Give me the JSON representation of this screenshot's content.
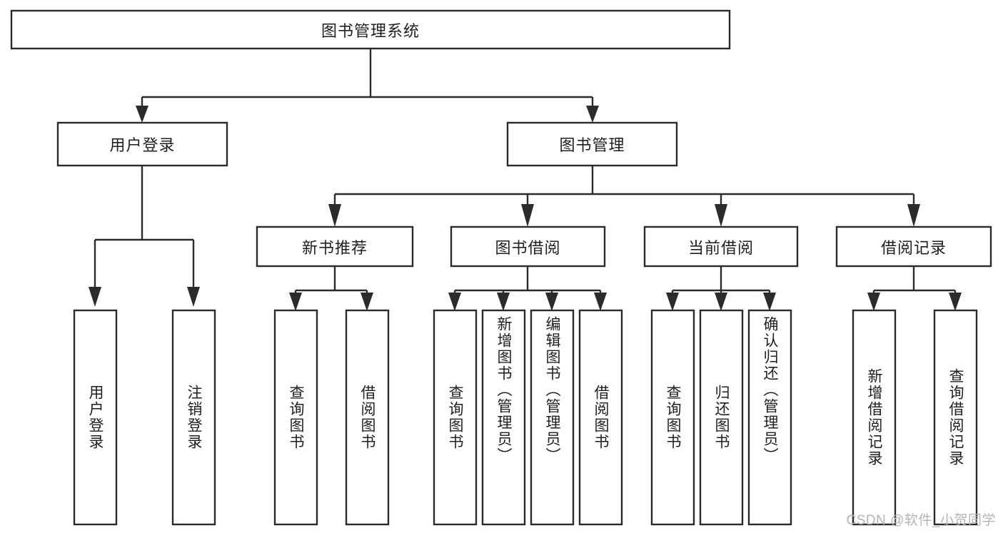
{
  "diagram": {
    "title": "图书管理系统",
    "watermark": "CSDN @软件_小贺同学",
    "colors": {
      "stroke": "#2b2b2b",
      "fill": "#ffffff",
      "text": "#1f1f1f",
      "watermark": "#b4b4b4"
    },
    "nodes": {
      "root": {
        "label": "图书管理系统"
      },
      "level2": [
        {
          "id": "user-login",
          "label": "用户登录"
        },
        {
          "id": "book-management",
          "label": "图书管理"
        }
      ],
      "level3": [
        {
          "id": "new-book-recommend",
          "label": "新书推荐"
        },
        {
          "id": "book-borrow",
          "label": "图书借阅"
        },
        {
          "id": "current-borrow",
          "label": "当前借阅"
        },
        {
          "id": "borrow-record",
          "label": "借阅记录"
        }
      ],
      "leaves": {
        "user-login": [
          {
            "id": "leaf-user-login",
            "label": "用户登录"
          },
          {
            "id": "leaf-user-logout",
            "label": "注销登录"
          }
        ],
        "new-book-recommend": [
          {
            "id": "leaf-query-book-1",
            "label": "查询图书"
          },
          {
            "id": "leaf-borrow-book-1",
            "label": "借阅图书"
          }
        ],
        "book-borrow": [
          {
            "id": "leaf-query-book-2",
            "label": "查询图书"
          },
          {
            "id": "leaf-add-book",
            "label": "新增图书（管理员）"
          },
          {
            "id": "leaf-edit-book",
            "label": "编辑图书（管理员）"
          },
          {
            "id": "leaf-borrow-book-2",
            "label": "借阅图书"
          }
        ],
        "current-borrow": [
          {
            "id": "leaf-query-book-3",
            "label": "查询图书"
          },
          {
            "id": "leaf-return-book",
            "label": "归还图书"
          },
          {
            "id": "leaf-confirm-return",
            "label": "确认归还（管理员）"
          }
        ],
        "borrow-record": [
          {
            "id": "leaf-add-record",
            "label": "新增借阅记录"
          },
          {
            "id": "leaf-query-record",
            "label": "查询借阅记录"
          }
        ]
      }
    }
  }
}
